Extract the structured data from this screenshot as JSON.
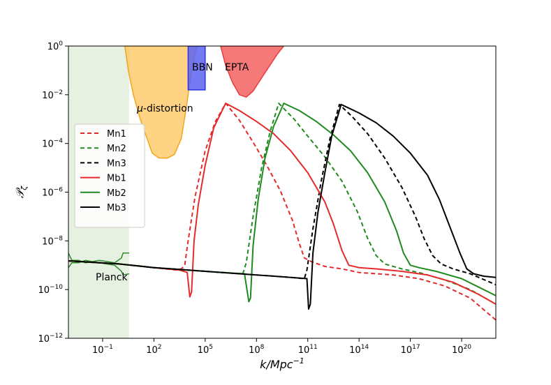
{
  "chart_data": {
    "type": "line",
    "xlabel": "k/Mpc",
    "xlabel_sup": "−1",
    "ylabel": "𝒫",
    "ylabel_sub": "ζ",
    "xscale": "log",
    "yscale": "log",
    "xlim_log10": [
      -3.0,
      22.0
    ],
    "ylim_log10": [
      -12,
      0
    ],
    "x_ticks": [
      {
        "exp": -1,
        "base": "10",
        "sup": "−1"
      },
      {
        "exp": 2,
        "base": "10",
        "sup": "2"
      },
      {
        "exp": 5,
        "base": "10",
        "sup": "5"
      },
      {
        "exp": 8,
        "base": "10",
        "sup": "8"
      },
      {
        "exp": 11,
        "base": "10",
        "sup": "11"
      },
      {
        "exp": 14,
        "base": "10",
        "sup": "14"
      },
      {
        "exp": 17,
        "base": "10",
        "sup": "17"
      },
      {
        "exp": 20,
        "base": "10",
        "sup": "20"
      }
    ],
    "y_ticks": [
      {
        "exp": 0,
        "base": "10",
        "sup": "0"
      },
      {
        "exp": -2,
        "base": "10",
        "sup": "−2"
      },
      {
        "exp": -4,
        "base": "10",
        "sup": "−4"
      },
      {
        "exp": -6,
        "base": "10",
        "sup": "−6"
      },
      {
        "exp": -8,
        "base": "10",
        "sup": "−8"
      },
      {
        "exp": -10,
        "base": "10",
        "sup": "−10"
      },
      {
        "exp": -12,
        "base": "10",
        "sup": "−12"
      }
    ],
    "grid": false,
    "legend_position": "left",
    "regions": [
      {
        "name": "Planck",
        "label": "Planck",
        "fill": "#d9ead3",
        "opacity": 0.65,
        "stroke": "none",
        "polygon_log10": [
          [
            -3.0,
            -12
          ],
          [
            0.55,
            -12
          ],
          [
            0.55,
            0
          ],
          [
            -3.0,
            0
          ]
        ]
      },
      {
        "name": "mu-distortion",
        "label_prefix": "μ",
        "label": "-distortion",
        "fill": "#fdc45a",
        "opacity": 0.75,
        "stroke": "#f2a51c",
        "polygon_log10": [
          [
            0.3,
            0
          ],
          [
            0.5,
            -1.0
          ],
          [
            0.8,
            -2.0
          ],
          [
            1.2,
            -3.0
          ],
          [
            1.5,
            -3.6
          ],
          [
            1.9,
            -4.4
          ],
          [
            2.3,
            -4.6
          ],
          [
            2.8,
            -4.6
          ],
          [
            3.2,
            -4.45
          ],
          [
            3.6,
            -3.8
          ],
          [
            3.9,
            -2.5
          ],
          [
            4.2,
            -1.0
          ],
          [
            4.5,
            0
          ]
        ]
      },
      {
        "name": "BBN",
        "label": "BBN",
        "fill": "#5a63f2",
        "opacity": 0.85,
        "stroke": "#2b35e8",
        "polygon_log10": [
          [
            4.0,
            0
          ],
          [
            5.0,
            0
          ],
          [
            5.0,
            -1.8
          ],
          [
            4.0,
            -1.8
          ]
        ]
      },
      {
        "name": "EPTA",
        "label": "EPTA",
        "fill": "#f56a6a",
        "opacity": 0.9,
        "stroke": "#e83b3b",
        "polygon_log10": [
          [
            5.9,
            0
          ],
          [
            6.2,
            -0.8
          ],
          [
            6.6,
            -1.5
          ],
          [
            7.0,
            -2.0
          ],
          [
            7.4,
            -2.1
          ],
          [
            7.8,
            -1.85
          ],
          [
            8.4,
            -1.2
          ],
          [
            9.2,
            -0.35
          ],
          [
            9.6,
            0
          ]
        ]
      }
    ],
    "planck_band": {
      "color": "#2f8a2f",
      "upper_log10": [
        [
          -3.0,
          -8.5
        ],
        [
          -2.8,
          -8.8
        ],
        [
          -2.4,
          -8.8
        ],
        [
          -2.0,
          -8.9
        ],
        [
          -1.2,
          -8.8
        ],
        [
          -0.3,
          -8.9
        ],
        [
          0.1,
          -8.7
        ],
        [
          0.2,
          -8.5
        ],
        [
          0.55,
          -8.5
        ]
      ],
      "lower_log10": [
        [
          -3.0,
          -9.1
        ],
        [
          -2.8,
          -8.9
        ],
        [
          -2.4,
          -8.9
        ],
        [
          -2.0,
          -8.8
        ],
        [
          -1.2,
          -8.9
        ],
        [
          -0.3,
          -9.0
        ],
        [
          0.1,
          -9.25
        ],
        [
          0.2,
          -9.4
        ],
        [
          0.55,
          -9.35
        ]
      ]
    },
    "series": [
      {
        "name": "Mn1",
        "color": "#e62a2a",
        "dashed": true,
        "points_log10": [
          [
            -3.0,
            -8.82
          ],
          [
            0.0,
            -8.95
          ],
          [
            2.0,
            -9.1
          ],
          [
            3.3,
            -9.2
          ],
          [
            3.6,
            -9.15
          ],
          [
            3.8,
            -9.0
          ],
          [
            4.0,
            -8.0
          ],
          [
            4.4,
            -6.2
          ],
          [
            5.0,
            -4.3
          ],
          [
            5.6,
            -3.1
          ],
          [
            6.2,
            -2.35
          ],
          [
            7.0,
            -3.05
          ],
          [
            7.8,
            -3.95
          ],
          [
            8.6,
            -4.9
          ],
          [
            9.4,
            -5.95
          ],
          [
            10.1,
            -7.15
          ],
          [
            10.5,
            -8.1
          ],
          [
            10.8,
            -8.7
          ],
          [
            11.2,
            -8.85
          ],
          [
            12.0,
            -9.05
          ],
          [
            13.0,
            -9.15
          ],
          [
            14.0,
            -9.3
          ],
          [
            16.0,
            -9.4
          ],
          [
            17.5,
            -9.55
          ],
          [
            19.0,
            -9.85
          ],
          [
            20.5,
            -10.35
          ],
          [
            22.0,
            -11.25
          ]
        ]
      },
      {
        "name": "Mn2",
        "color": "#1f8a1f",
        "dashed": true,
        "points_log10": [
          [
            -3.0,
            -8.82
          ],
          [
            0.0,
            -8.95
          ],
          [
            2.0,
            -9.1
          ],
          [
            4.0,
            -9.2
          ],
          [
            6.0,
            -9.3
          ],
          [
            7.2,
            -9.35
          ],
          [
            7.4,
            -8.9
          ],
          [
            7.8,
            -7.0
          ],
          [
            8.3,
            -5.0
          ],
          [
            8.8,
            -3.5
          ],
          [
            9.3,
            -2.35
          ],
          [
            10.2,
            -3.0
          ],
          [
            11.0,
            -3.7
          ],
          [
            12.0,
            -4.55
          ],
          [
            13.0,
            -5.55
          ],
          [
            13.9,
            -6.8
          ],
          [
            14.5,
            -7.9
          ],
          [
            15.0,
            -8.6
          ],
          [
            15.5,
            -8.95
          ],
          [
            16.5,
            -9.15
          ],
          [
            17.5,
            -9.3
          ],
          [
            19.0,
            -9.6
          ],
          [
            20.5,
            -10.0
          ],
          [
            22.0,
            -10.6
          ]
        ]
      },
      {
        "name": "Mn3",
        "color": "#000000",
        "dashed": true,
        "points_log10": [
          [
            -3.0,
            -8.82
          ],
          [
            0.0,
            -8.95
          ],
          [
            2.0,
            -9.1
          ],
          [
            4.0,
            -9.2
          ],
          [
            6.0,
            -9.3
          ],
          [
            8.0,
            -9.4
          ],
          [
            10.0,
            -9.5
          ],
          [
            10.8,
            -9.55
          ],
          [
            10.95,
            -9.2
          ],
          [
            11.3,
            -7.5
          ],
          [
            11.8,
            -5.5
          ],
          [
            12.3,
            -3.8
          ],
          [
            12.85,
            -2.4
          ],
          [
            13.6,
            -2.9
          ],
          [
            14.5,
            -3.6
          ],
          [
            15.5,
            -4.6
          ],
          [
            16.5,
            -5.8
          ],
          [
            17.3,
            -7.0
          ],
          [
            17.8,
            -7.9
          ],
          [
            18.3,
            -8.6
          ],
          [
            18.8,
            -8.95
          ],
          [
            19.5,
            -9.15
          ],
          [
            20.5,
            -9.35
          ],
          [
            22.0,
            -9.8
          ]
        ]
      },
      {
        "name": "Mb1",
        "color": "#e62a2a",
        "dashed": false,
        "points_log10": [
          [
            -3.0,
            -8.82
          ],
          [
            0.0,
            -8.95
          ],
          [
            2.0,
            -9.1
          ],
          [
            3.5,
            -9.2
          ],
          [
            3.95,
            -9.3
          ],
          [
            4.1,
            -10.3
          ],
          [
            4.2,
            -10.1
          ],
          [
            4.35,
            -8.0
          ],
          [
            4.6,
            -6.5
          ],
          [
            5.0,
            -4.9
          ],
          [
            5.5,
            -3.35
          ],
          [
            6.2,
            -2.35
          ],
          [
            7.0,
            -2.65
          ],
          [
            8.0,
            -3.1
          ],
          [
            9.0,
            -3.6
          ],
          [
            10.0,
            -4.3
          ],
          [
            11.0,
            -5.2
          ],
          [
            12.0,
            -6.4
          ],
          [
            12.5,
            -7.3
          ],
          [
            13.0,
            -8.4
          ],
          [
            13.4,
            -9.0
          ],
          [
            14.0,
            -9.1
          ],
          [
            15.0,
            -9.15
          ],
          [
            16.5,
            -9.25
          ],
          [
            18.0,
            -9.4
          ],
          [
            19.5,
            -9.7
          ],
          [
            21.0,
            -10.2
          ],
          [
            22.0,
            -10.6
          ]
        ]
      },
      {
        "name": "Mb2",
        "color": "#1f8a1f",
        "dashed": false,
        "points_log10": [
          [
            -3.0,
            -8.82
          ],
          [
            0.0,
            -8.95
          ],
          [
            2.0,
            -9.1
          ],
          [
            4.0,
            -9.2
          ],
          [
            6.0,
            -9.3
          ],
          [
            7.3,
            -9.35
          ],
          [
            7.55,
            -10.5
          ],
          [
            7.65,
            -10.35
          ],
          [
            7.8,
            -8.2
          ],
          [
            8.1,
            -6.3
          ],
          [
            8.5,
            -4.6
          ],
          [
            9.0,
            -3.3
          ],
          [
            9.6,
            -2.35
          ],
          [
            10.5,
            -2.65
          ],
          [
            11.5,
            -3.1
          ],
          [
            12.5,
            -3.65
          ],
          [
            13.5,
            -4.3
          ],
          [
            14.5,
            -5.2
          ],
          [
            15.5,
            -6.4
          ],
          [
            16.2,
            -7.6
          ],
          [
            16.6,
            -8.5
          ],
          [
            17.0,
            -9.0
          ],
          [
            17.5,
            -9.1
          ],
          [
            18.5,
            -9.25
          ],
          [
            20.0,
            -9.55
          ],
          [
            21.0,
            -9.9
          ],
          [
            22.0,
            -10.25
          ]
        ]
      },
      {
        "name": "Mb3",
        "color": "#000000",
        "dashed": false,
        "points_log10": [
          [
            -3.0,
            -8.82
          ],
          [
            0.0,
            -8.95
          ],
          [
            2.0,
            -9.1
          ],
          [
            4.0,
            -9.2
          ],
          [
            6.0,
            -9.3
          ],
          [
            8.0,
            -9.4
          ],
          [
            10.0,
            -9.5
          ],
          [
            10.95,
            -9.55
          ],
          [
            11.05,
            -10.8
          ],
          [
            11.15,
            -10.6
          ],
          [
            11.3,
            -8.5
          ],
          [
            11.6,
            -6.8
          ],
          [
            12.0,
            -5.2
          ],
          [
            12.4,
            -3.7
          ],
          [
            12.95,
            -2.4
          ],
          [
            14.0,
            -2.75
          ],
          [
            15.0,
            -3.15
          ],
          [
            16.0,
            -3.7
          ],
          [
            17.0,
            -4.4
          ],
          [
            18.0,
            -5.3
          ],
          [
            18.7,
            -6.3
          ],
          [
            19.3,
            -7.4
          ],
          [
            19.9,
            -8.5
          ],
          [
            20.3,
            -9.15
          ],
          [
            20.7,
            -9.35
          ],
          [
            21.3,
            -9.45
          ],
          [
            22.0,
            -9.5
          ]
        ]
      }
    ]
  }
}
